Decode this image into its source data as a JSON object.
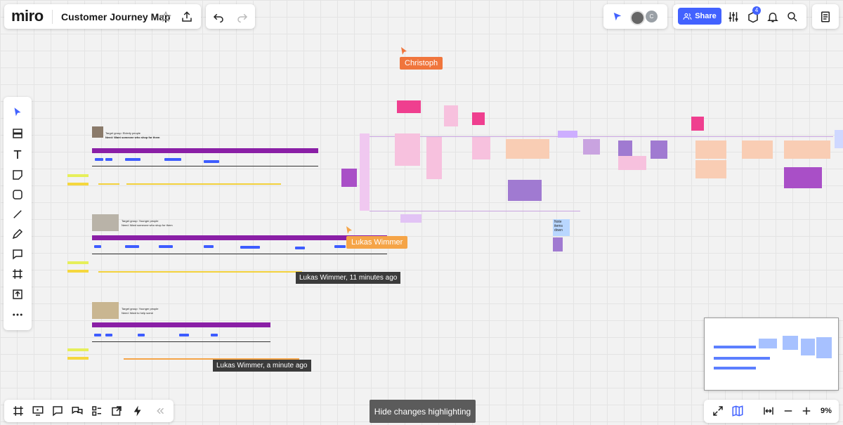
{
  "app": {
    "logo": "miro",
    "board_title": "Customer Journey Map"
  },
  "topbar": {
    "star_icon": "star-icon",
    "share_label": "Share",
    "notification_count": "4",
    "avatar_initial": "C"
  },
  "cursors": {
    "christoph": {
      "label": "Christoph",
      "color": "#f0753c"
    },
    "lukas": {
      "label": "Lukas Wimmer",
      "color": "#f5a447"
    }
  },
  "tooltips": {
    "t1": "Lukas Wimmer, 11 minutes ago",
    "t2": "Lukas Wimmer, a minute ago"
  },
  "personas": [
    {
      "target": "Target group: Elderly people",
      "need": "Need: Want someone who shop for them"
    },
    {
      "target": "Target group: Younger people",
      "need": "Need: Want someone who shop for them"
    },
    {
      "target": "Target group: Younger people",
      "need": "Need: Want to help some"
    }
  ],
  "stickies": {
    "note_items": "Note items down"
  },
  "bottom": {
    "hide_changes": "Hide changes highlighting",
    "zoom": "9%"
  },
  "colors": {
    "brand_blue": "#4262ff",
    "purple": "#8a1fa6",
    "pink": "#f5b6e3",
    "orange": "#f5a447",
    "violet": "#a95ecf"
  }
}
